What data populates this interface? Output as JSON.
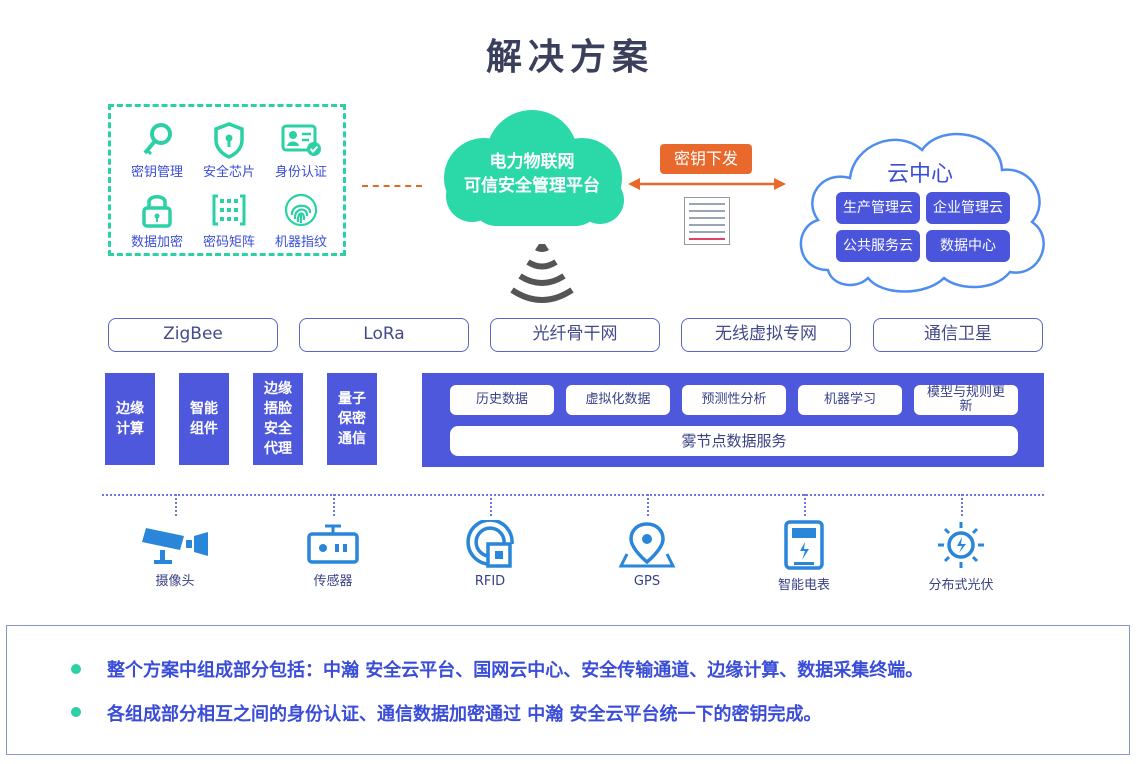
{
  "title": "解决方案",
  "security": {
    "items": [
      "密钥管理",
      "安全芯片",
      "身份认证",
      "数据加密",
      "密码矩阵",
      "机器指纹"
    ]
  },
  "platform_cloud": {
    "line1": "电力物联网",
    "line2": "可信安全管理平台"
  },
  "key_label": "密钥下发",
  "cloud_center": {
    "title": "云中心",
    "buttons": [
      "生产管理云",
      "企业管理云",
      "公共服务云",
      "数据中心"
    ]
  },
  "channels": [
    "ZigBee",
    "LoRa",
    "光纤骨干网",
    "无线虚拟专网",
    "通信卫星"
  ],
  "edge_blocks": [
    "边缘计算",
    "智能组件",
    "边缘捂脸安全代理",
    "量子保密通信"
  ],
  "fog": {
    "chips": [
      "历史数据",
      "虚拟化数据",
      "预测性分析",
      "机器学习",
      "模型与规则更新"
    ],
    "bar": "雾节点数据服务"
  },
  "devices": [
    "摄像头",
    "传感器",
    "RFID",
    "GPS",
    "智能电表",
    "分布式光伏"
  ],
  "summary": [
    "整个方案中组成部分包括：中瀚 安全云平台、国网云中心、安全传输通道、边缘计算、数据采集终端。",
    "各组成部分相互之间的身份认证、通信数据加密通过 中瀚 安全云平台统一下的密钥完成。"
  ],
  "colors": {
    "accent": "#4e58dc",
    "green": "#2bd0a4",
    "orange": "#e9692c",
    "text_blue": "#3a4dd8"
  }
}
